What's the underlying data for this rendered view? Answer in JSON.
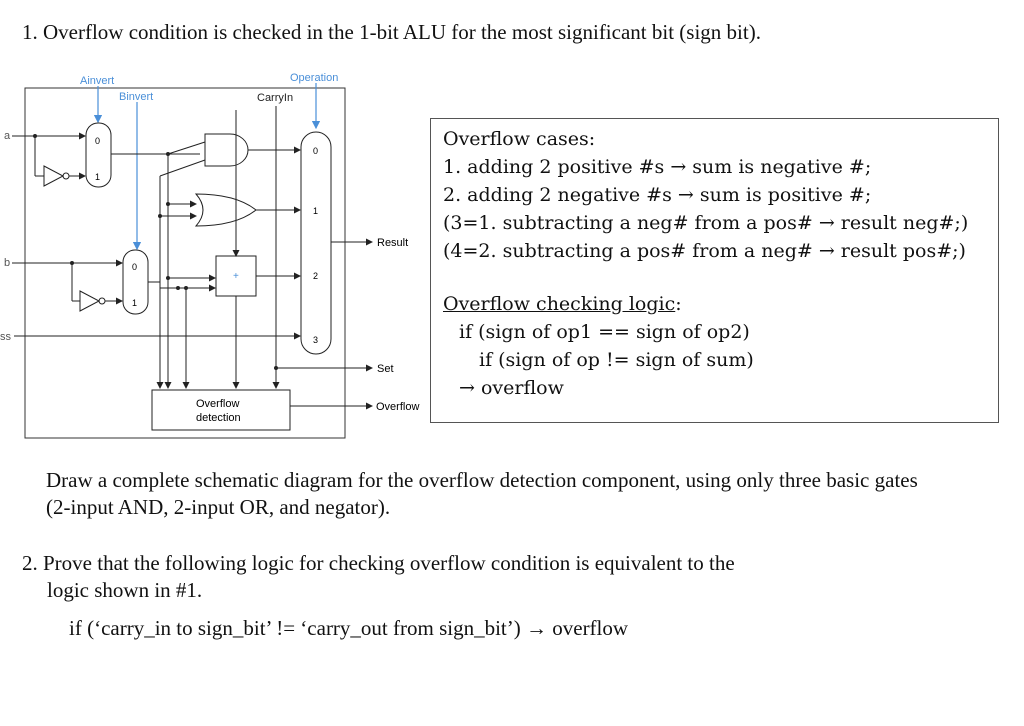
{
  "question1": "1. Overflow condition is checked in the 1-bit ALU for the most significant bit (sign bit).",
  "diagram": {
    "labels": {
      "ainvert": "Ainvert",
      "binvert": "Binvert",
      "operation": "Operation",
      "carryin": "CarryIn",
      "a": "a",
      "b": "b",
      "less": "ss",
      "result": "Result",
      "set": "Set",
      "overflow": "Overflow",
      "adder": "+",
      "mux_a_0": "0",
      "mux_a_1": "1",
      "mux_b_0": "0",
      "mux_b_1": "1",
      "mux_op_0": "0",
      "mux_op_1": "1",
      "mux_op_2": "2",
      "mux_op_3": "3",
      "ovf_line1": "Overflow",
      "ovf_line2": "detection"
    },
    "accent_color": "#4a8fd8"
  },
  "notes": {
    "title": "Overflow cases:",
    "case1": "1. adding 2 positive #s → sum is negative #;",
    "case2": "2. adding 2 negative #s → sum is positive #;",
    "case3": "(3=1. subtracting a neg# from a pos# → result neg#;)",
    "case4": "(4=2. subtracting a pos# from a neg# → result pos#;)",
    "logic_title": "Overflow checking logic",
    "logic_colon": ":",
    "logic1": "if (sign of op1 == sign of op2)",
    "logic2": "if (sign of op != sign of sum)",
    "logic3": "→ overflow"
  },
  "task": "Draw a complete schematic diagram for the overflow detection component, using only three basic gates (2-input AND, 2-input OR, and negator).",
  "question2": {
    "line1": "2. Prove that the following logic for checking overflow condition is equivalent to the",
    "line2": "logic shown in #1.",
    "rule": "if (‘carry_in to sign_bit’ != ‘carry_out from sign_bit’) → overflow"
  }
}
